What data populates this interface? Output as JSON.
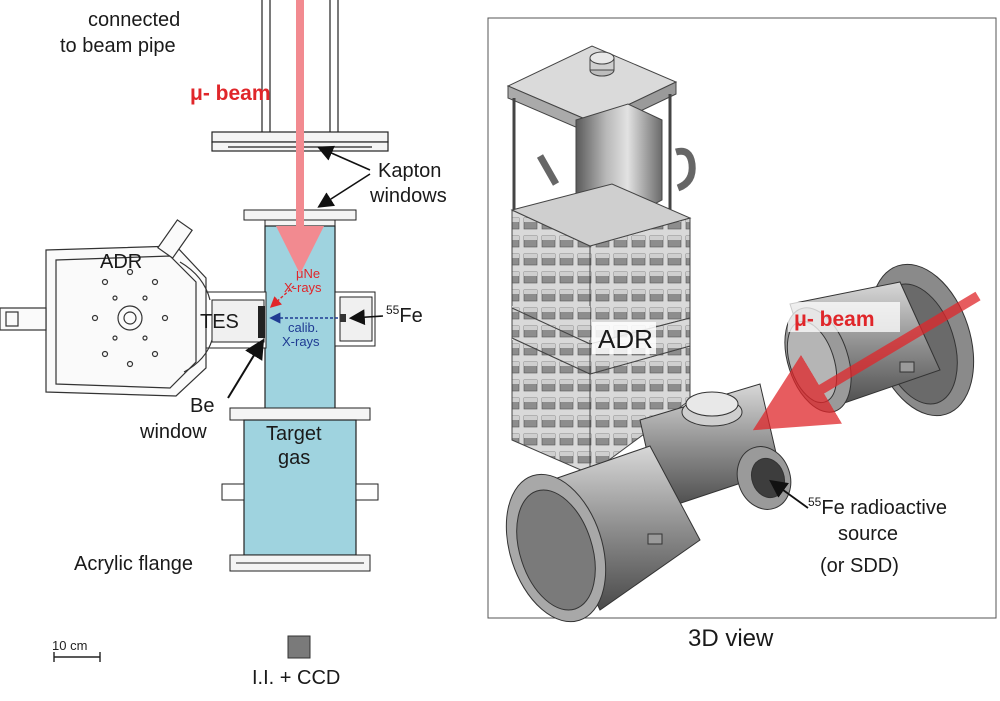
{
  "left_panel": {
    "beam_pipe_label_line1": "connected",
    "beam_pipe_label_line2": "to beam pipe",
    "beam_label": "μ- beam",
    "kapton_label_line1": "Kapton",
    "kapton_label_line2": "windows",
    "adr_label": "ADR",
    "tes_label": "TES",
    "muNe_label_line1": "μNe",
    "muNe_label_line2": "X-rays",
    "calib_label_line1": "calib.",
    "calib_label_line2": "X-rays",
    "fe_sup": "55",
    "fe_label": "Fe",
    "be_label_line1": "Be",
    "be_label_line2": "window",
    "target_label_line1": "Target",
    "target_label_line2": "gas",
    "acrylic_label": "Acrylic flange",
    "scale_label": "10 cm",
    "ccd_label": "I.I. + CCD"
  },
  "right_panel": {
    "adr_label": "ADR",
    "beam_label": "μ- beam",
    "source_sup": "55",
    "source_line1": "Fe radioactive",
    "source_line2": "source",
    "source_line3": "(or SDD)",
    "caption": "3D view"
  },
  "colors": {
    "target_gas": "#9fd3df",
    "beam": "#f28a90",
    "beam_text": "#e0262a",
    "muNe_text": "#e0262a",
    "calib_text": "#1f3b93"
  }
}
